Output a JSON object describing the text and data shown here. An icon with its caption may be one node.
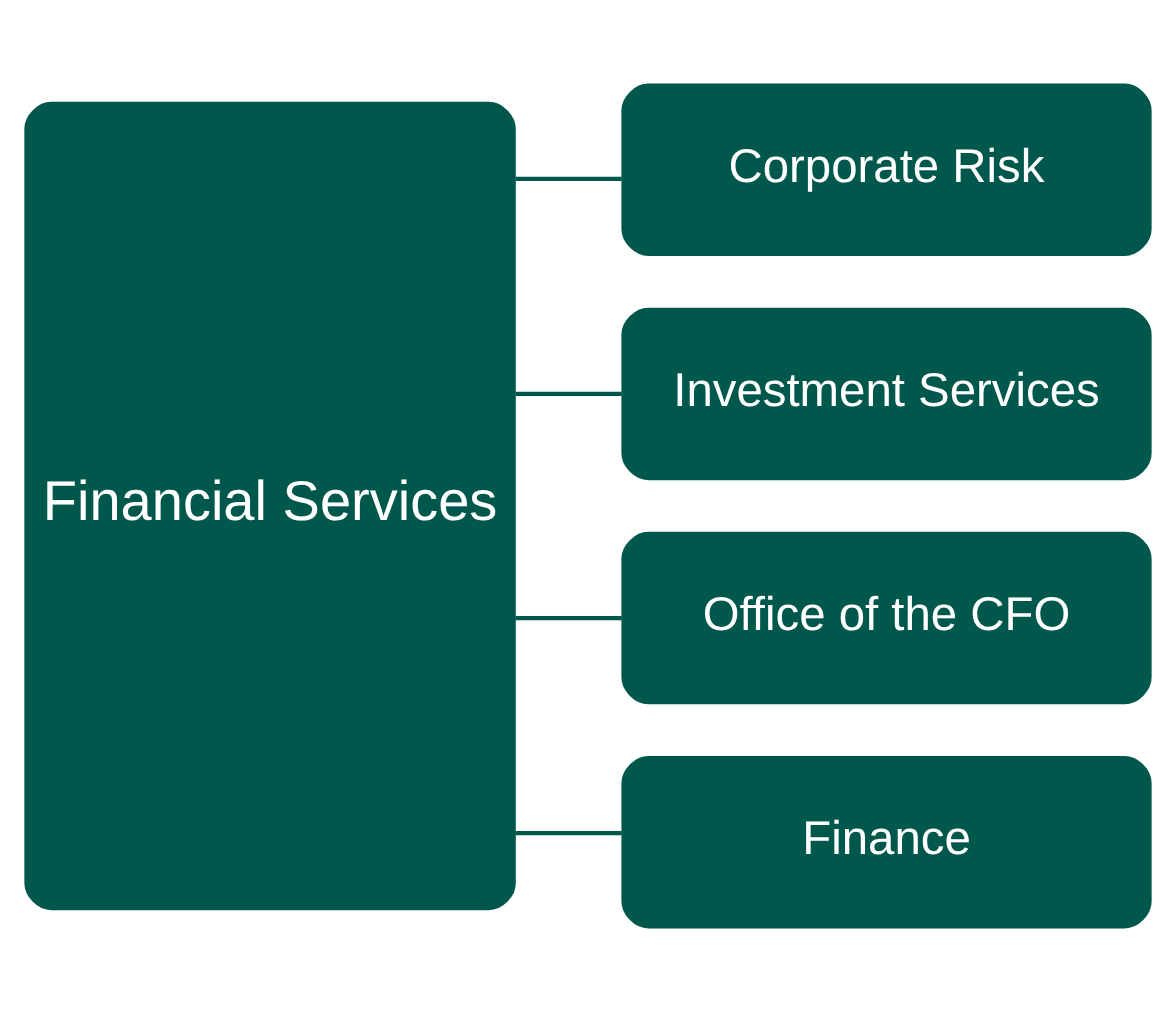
{
  "diagram": {
    "nodes": [
      {
        "text": [
          "Financial Services"
        ]
      },
      {
        "text": [
          "Corporate Risk"
        ]
      },
      {
        "text": [
          "Investment Services"
        ]
      },
      {
        "text": [
          "Office of the CFO"
        ]
      },
      {
        "text": [
          "Finance"
        ]
      }
    ],
    "edges": [
      {
        "from": 0,
        "to": 1,
        "arrow": "none"
      },
      {
        "from": 0,
        "to": 2,
        "arrow": "none"
      },
      {
        "from": 0,
        "to": 3,
        "arrow": "none"
      },
      {
        "from": 0,
        "to": 4,
        "arrow": "none"
      }
    ]
  }
}
